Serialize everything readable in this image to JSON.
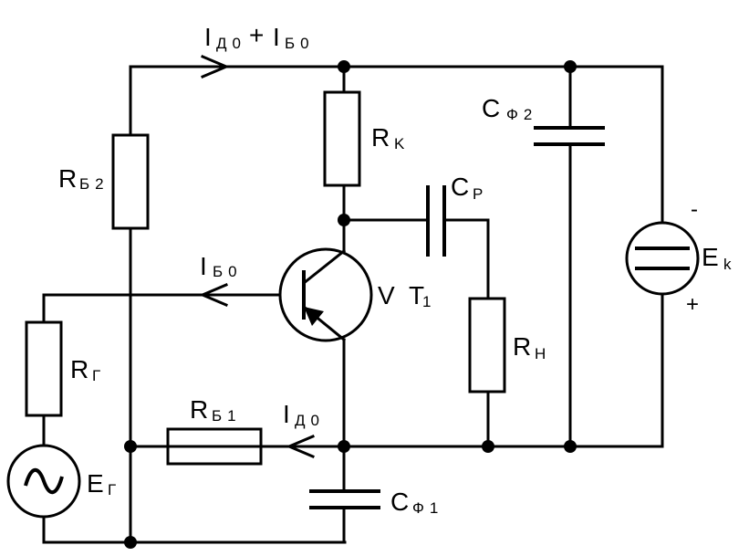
{
  "labels": {
    "current_top_main": "I",
    "current_top_main_sub": "Д0",
    "current_top_plus": "+",
    "current_top_second": "I",
    "current_top_second_sub": "Б0",
    "rb2": "R",
    "rb2_sub": "Б2",
    "rk": "R",
    "rk_sub": "K",
    "cf2": "C",
    "cf2_sub": "Ф2",
    "cp": "C",
    "cp_sub": "P",
    "ek": "E",
    "ek_sub": "k",
    "ek_minus": "-",
    "ek_plus": "+",
    "ib0": "I",
    "ib0_sub": "Б0",
    "vt": "V T",
    "vt_sub": "1",
    "rg": "R",
    "rg_sub": "Г",
    "rn": "R",
    "rn_sub": "H",
    "rb1": "R",
    "rb1_sub": "Б1",
    "id0": "I",
    "id0_sub": "Д0",
    "eg": "E",
    "eg_sub": "Г",
    "cf1": "C",
    "cf1_sub": "Ф1",
    "source_symbol": "~"
  }
}
